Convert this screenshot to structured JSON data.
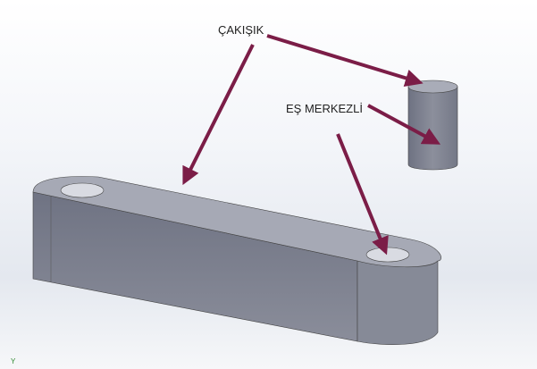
{
  "annotations": {
    "coincident_label": "ÇAKIŞIK",
    "concentric_label": "EŞ MERKEZLİ"
  },
  "viewport": {
    "axis_label": "Y"
  },
  "colors": {
    "arrow": "#7b1d47",
    "part": "#7d8191",
    "part_top": "#a9acb8"
  }
}
